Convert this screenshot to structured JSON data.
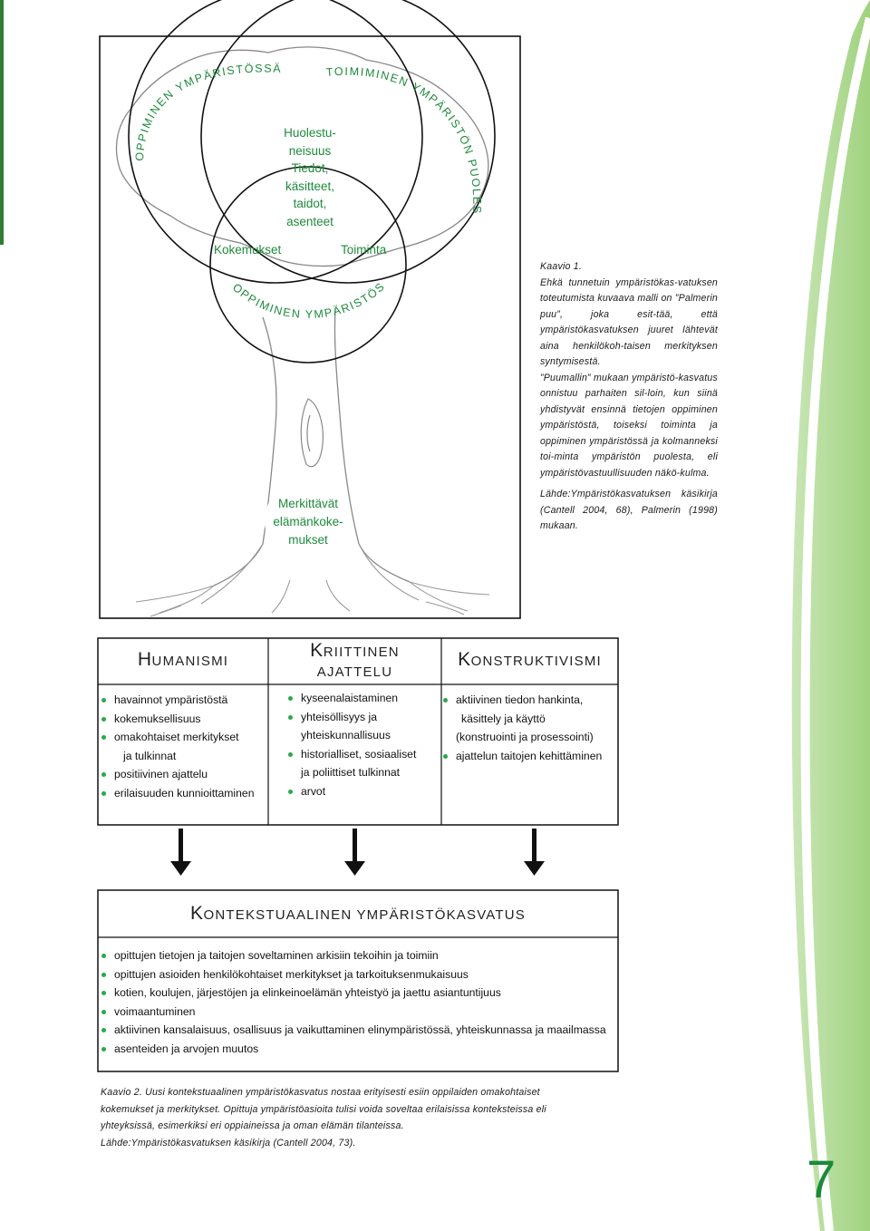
{
  "diagram1": {
    "outer_arc_left": "OPPIMINEN YMPÄRISTÖSSÄ",
    "outer_arc_right": "TOIMIMINEN YMPÄRISTÖN PUOLESTA",
    "center_text": [
      "Huolestu-",
      "neisuus",
      "Tiedot,",
      "käsitteet,",
      "taidot,",
      "asenteet"
    ],
    "label_left": "Kokemukset",
    "label_right": "Toiminta",
    "bottom_arc": "OPPIMINEN YMPÄRISTÖSSÄ",
    "roots_text": [
      "Merkittävät",
      "elämänkoke-",
      "mukset"
    ],
    "text_color": "#1e8a3c"
  },
  "caption1": {
    "title": "Kaavio 1.",
    "para1": "Ehkä tunnetuin ympäristökas-vatuksen toteutumista kuvaava malli on ”Palmerin puu”, joka esit-tää, että ympäristökasvatuksen juuret lähtevät aina henkilökoh-taisen merkityksen syntymisestä.",
    "para2": "”Puumallin” mukaan ympäristö-kasvatus onnistuu parhaiten sil-loin, kun siinä yhdistyvät ensinnä tietojen oppiminen ympäristöstä, toiseksi toiminta ja oppiminen ympäristössä ja kolmanneksi toi-minta ympäristön puolesta, eli ympäristövastuullisuuden näkö-kulma.",
    "source": "Lähde:Ympäristökasvatuksen käsikirja (Cantell 2004, 68), Palmerin (1998) mukaan."
  },
  "diagram2": {
    "col1": {
      "head_cap": "H",
      "head_rest": "UMANISMI",
      "items": [
        {
          "text": "havainnot ympäristöstä",
          "bullet": true
        },
        {
          "text": "kokemuksellisuus",
          "bullet": true
        },
        {
          "text": "omakohtaiset merkitykset",
          "bullet": true
        },
        {
          "text": "ja tulkinnat",
          "bullet": false
        },
        {
          "text": "positiivinen ajattelu",
          "bullet": true
        },
        {
          "text": "erilaisuuden kunnioittaminen",
          "bullet": true
        }
      ]
    },
    "col2": {
      "head_cap": "K",
      "head_rest": "RIITTINEN",
      "head_line2": "AJATTELU",
      "items": [
        {
          "text": "kyseenalaistaminen",
          "bullet": true
        },
        {
          "text": "yhteisöllisyys ja",
          "bullet": true
        },
        {
          "text": "yhteiskunnallisuus",
          "bullet": false
        },
        {
          "text": "historialliset, sosiaaliset",
          "bullet": true
        },
        {
          "text": "ja poliittiset tulkinnat",
          "bullet": false
        },
        {
          "text": "arvot",
          "bullet": true
        }
      ]
    },
    "col3": {
      "head_cap": "K",
      "head_rest": "ONSTRUKTIVISMI",
      "items": [
        {
          "text": "aktiivinen tiedon hankinta,",
          "bullet": true
        },
        {
          "text": "käsittely ja käyttö",
          "bullet": false
        },
        {
          "text": "(konstruointi ja prosessointi)",
          "bullet": false
        },
        {
          "text": "ajattelun taitojen kehittäminen",
          "bullet": true
        }
      ]
    },
    "bottom": {
      "head_cap": "K",
      "head_rest": "ONTEKSTUAALINEN YMPÄRISTÖKASVATUS",
      "items": [
        {
          "text": "opittujen tietojen ja taitojen soveltaminen arkisiin tekoihin ja toimiin",
          "bullet": true
        },
        {
          "text": "opittujen asioiden henkilökohtaiset merkitykset ja tarkoituksenmukaisuus",
          "bullet": true
        },
        {
          "text": "kotien, koulujen, järjestöjen ja elinkeinoelämän yhteistyö ja jaettu asiantuntijuus",
          "bullet": true
        },
        {
          "text": "voimaantuminen",
          "bullet": true
        },
        {
          "text": "aktiivinen kansalaisuus, osallisuus ja vaikuttaminen elinympäristössä, yhteiskunnassa ja maailmassa",
          "bullet": true
        },
        {
          "text": "asenteiden ja arvojen muutos",
          "bullet": true
        }
      ]
    },
    "bullet_color": "#2aa84a"
  },
  "caption2": {
    "line1": "Kaavio 2. Uusi kontekstuaalinen ympäristökasvatus nostaa erityisesti esiin oppilaiden omakohtaiset",
    "line2": "kokemukset ja merkitykset. Opittuja ympäristöasioita tulisi voida soveltaa erilaisissa konteksteissa eli",
    "line3": "yhteyksissä, esimerkiksi eri oppiaineissa ja oman elämän tilanteissa.",
    "line4": "Lähde:Ympäristökasvatuksen käsikirja (Cantell 2004, 73)."
  },
  "page_number": "7",
  "accent_green": "#2aa84a"
}
